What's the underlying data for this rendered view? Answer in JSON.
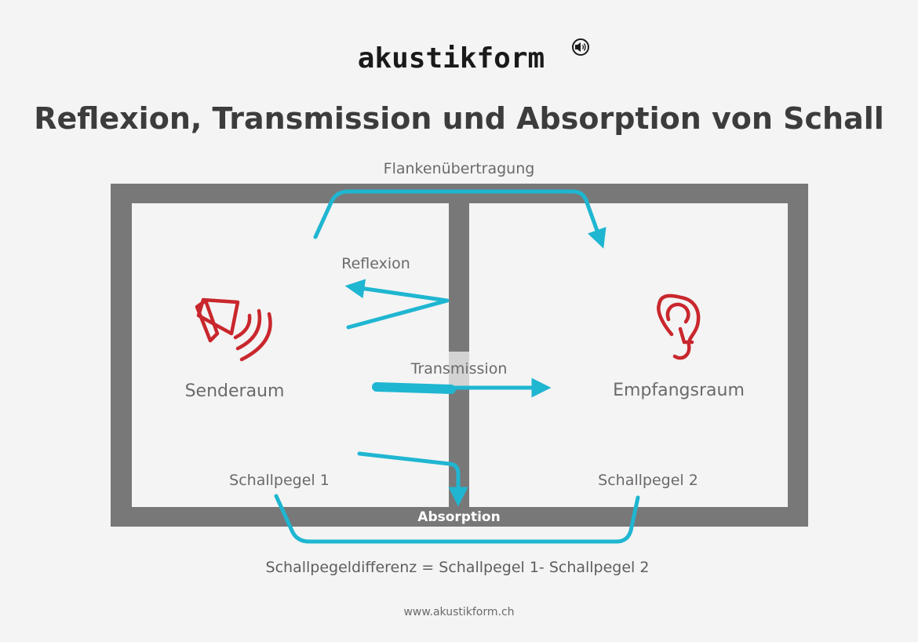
{
  "logo": {
    "text": "akustikform",
    "icon": "speaker-circle-icon"
  },
  "title": "Reflexion, Transmission und Absorption von Schall",
  "labels": {
    "flank": "Flankenübertragung",
    "reflection": "Reflexion",
    "transmission": "Transmission",
    "absorption": "Absorption",
    "sender_room": "Senderaum",
    "receiver_room": "Empfangsraum",
    "level1": "Schallpegel 1",
    "level2": "Schallpegel 2",
    "formula": "Schallpegeldifferenz = Schallpegel 1- Schallpegel 2"
  },
  "icons": {
    "sender": "loudspeaker-icon",
    "receiver": "ear-icon"
  },
  "colors": {
    "wall": "#787878",
    "room": "#f4f4f4",
    "arrow": "#1fb6d1",
    "icon": "#c9272d",
    "title": "#3c3c3c",
    "text": "#6a6a6a"
  },
  "footer": {
    "url": "www.akustikform.ch"
  }
}
